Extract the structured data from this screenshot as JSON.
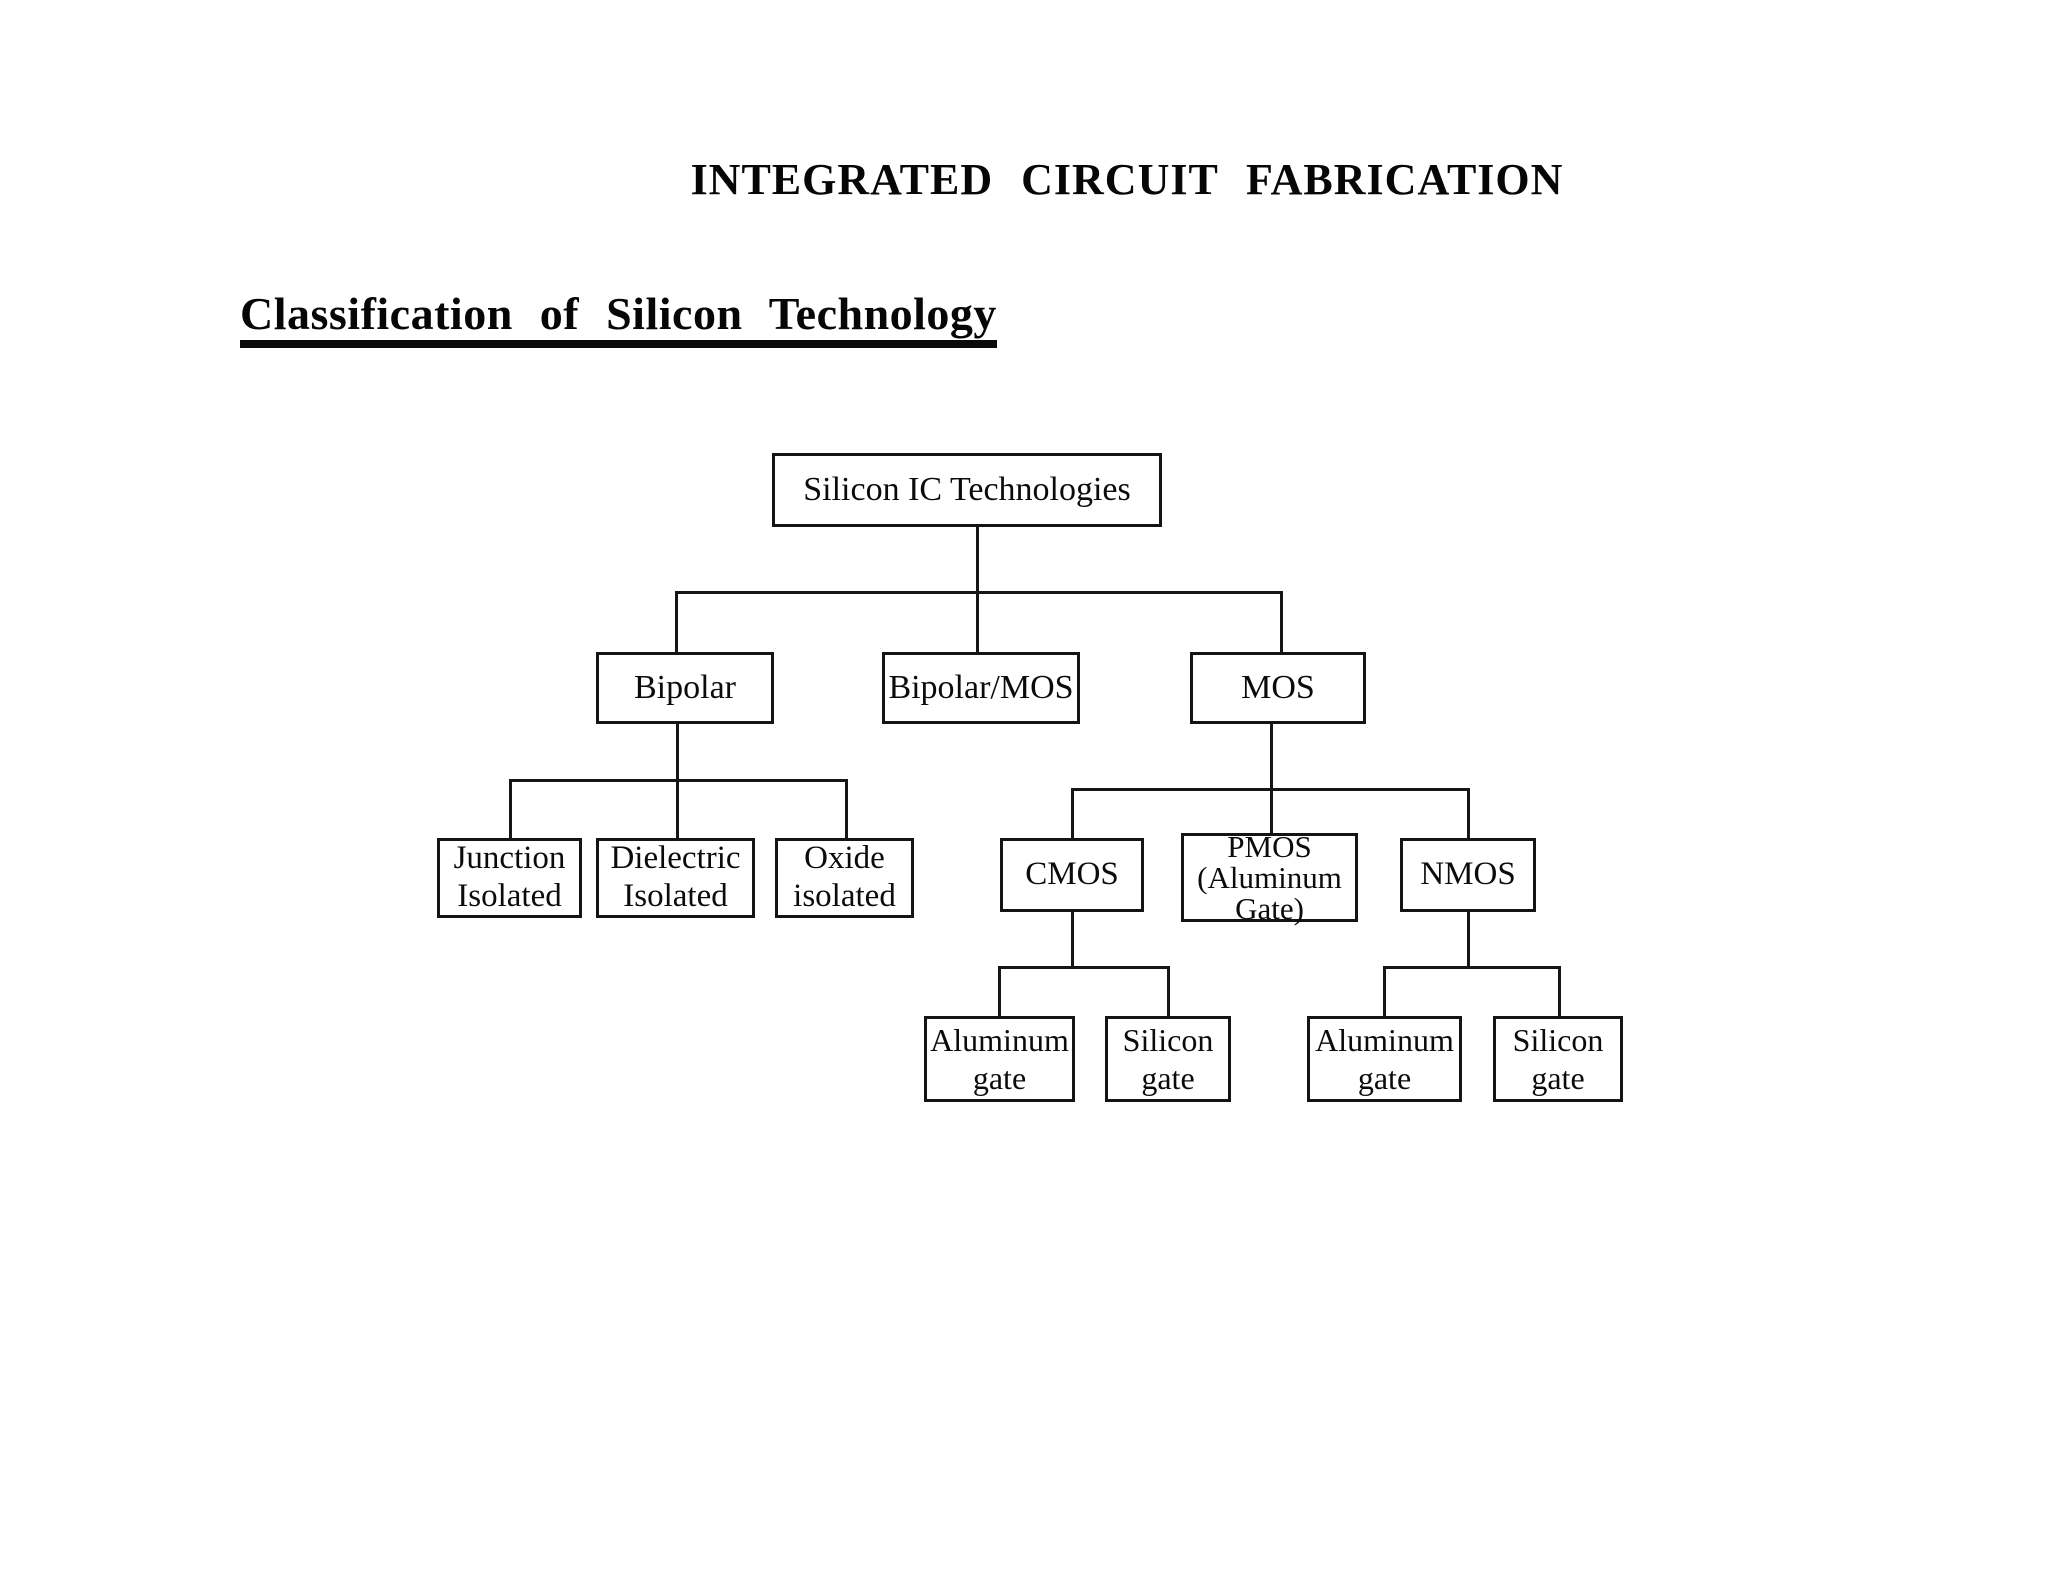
{
  "title": "INTEGRATED  CIRCUIT  FABRICATION",
  "heading": "Classification  of  Silicon  Technology",
  "colors": {
    "ink": "#0b0b0b",
    "background": "#ffffff"
  },
  "tree": {
    "nodes": {
      "silicon_ic": "Silicon IC Technologies",
      "bipolar": "Bipolar",
      "bipolar_mos": "Bipolar/MOS",
      "mos": "MOS",
      "junction_isolated": "Junction\nIsolated",
      "dielectric_isolated": "Dielectric\nIsolated",
      "oxide_isolated": "Oxide\nisolated",
      "cmos": "CMOS",
      "pmos": "PMOS\n(Aluminum\nGate)",
      "nmos": "NMOS",
      "cmos_aluminum_gate": "Aluminum\ngate",
      "cmos_silicon_gate": "Silicon\ngate",
      "nmos_aluminum_gate": "Aluminum\ngate",
      "nmos_silicon_gate": "Silicon\ngate"
    },
    "edges": [
      [
        "Silicon IC Technologies",
        "Bipolar"
      ],
      [
        "Silicon IC Technologies",
        "Bipolar/MOS"
      ],
      [
        "Silicon IC Technologies",
        "MOS"
      ],
      [
        "Bipolar",
        "Junction Isolated"
      ],
      [
        "Bipolar",
        "Dielectric Isolated"
      ],
      [
        "Bipolar",
        "Oxide isolated"
      ],
      [
        "MOS",
        "CMOS"
      ],
      [
        "MOS",
        "PMOS (Aluminum Gate)"
      ],
      [
        "MOS",
        "NMOS"
      ],
      [
        "CMOS",
        "Aluminum gate"
      ],
      [
        "CMOS",
        "Silicon gate"
      ],
      [
        "NMOS",
        "Aluminum gate"
      ],
      [
        "NMOS",
        "Silicon gate"
      ]
    ]
  }
}
